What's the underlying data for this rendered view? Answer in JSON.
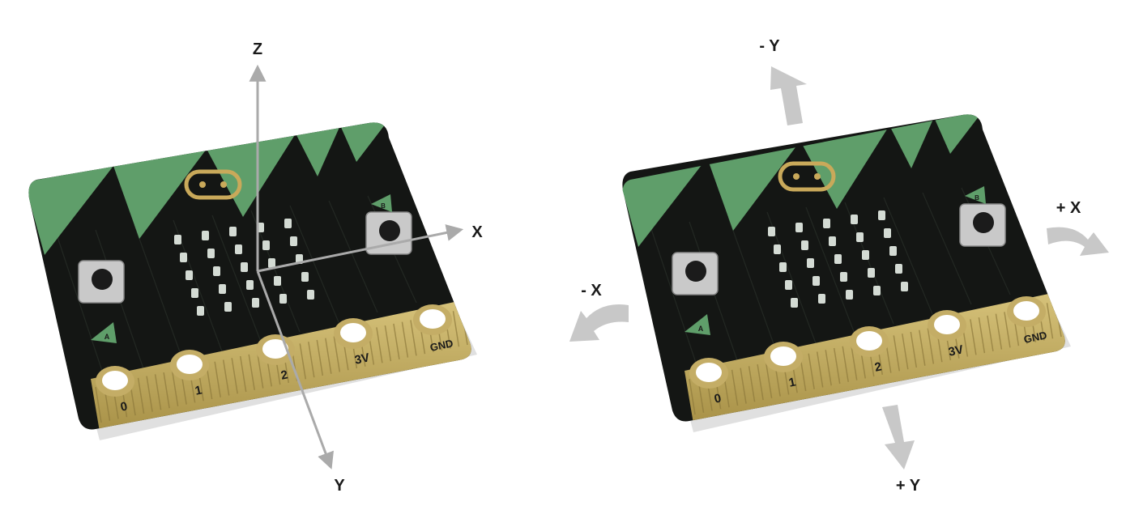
{
  "left_diagram": {
    "axes": {
      "z": "Z",
      "x": "X",
      "y": "Y"
    }
  },
  "right_diagram": {
    "directions": {
      "neg_y": "- Y",
      "pos_y": "+ Y",
      "pos_x": "+ X",
      "neg_x": "- X"
    }
  },
  "board": {
    "pins": [
      "0",
      "1",
      "2",
      "3V",
      "GND"
    ],
    "button_a": "A",
    "button_b": "B"
  },
  "colors": {
    "board": "#141614",
    "board_trace": "#232823",
    "green": "#5f9e6a",
    "gold": "#c4ad66",
    "gold_dark": "#8e7a3c",
    "led": "#d4dbd4",
    "axis_arrow": "#aaaaaa",
    "motion_arrow": "#c8c8c8",
    "label": "#1a1a1a"
  }
}
